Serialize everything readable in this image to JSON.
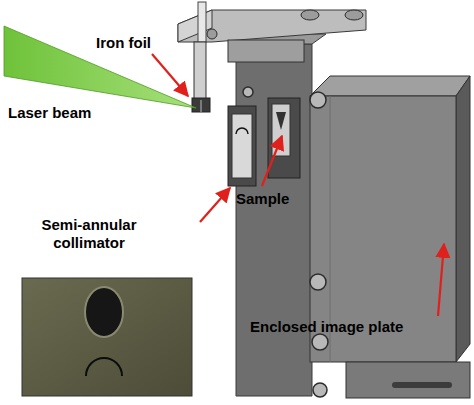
{
  "diagram": {
    "labels": [
      "Iron foil",
      "Laser beam",
      "Semi-annular collimator",
      "Sample",
      "Enclosed image plate"
    ]
  }
}
